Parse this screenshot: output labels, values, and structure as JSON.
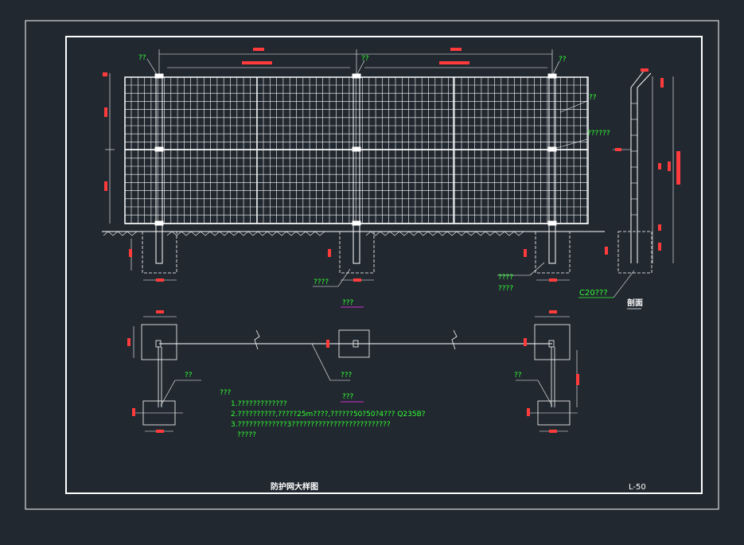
{
  "colors": {
    "background": "#212830",
    "line": "#ffffff",
    "annotation": "#33ff33",
    "dimension": "#ff3b3b",
    "accent": "#cc33cc"
  },
  "labels": {
    "post_top_left": "??",
    "post_top_mid": "??",
    "post_top_right": "??",
    "mesh_label": "??",
    "mesh_frame_label": "??????",
    "footing_left": "????",
    "footing_right_1": "????",
    "footing_right_2": "????",
    "concrete": "C20???",
    "plan_title": "???",
    "center_label": "???",
    "plan_post_left": "??",
    "plan_post_right": "??",
    "notes_heading": "???",
    "notes_title": "???",
    "section_label": "剖面",
    "drawing_title": "防护网大样图",
    "drawing_number": "L-50"
  },
  "notes": [
    "1.?????????????",
    "2.??????????,?????25m????,??????50?50?4???  Q235B?",
    "3.?????????????3??????????????????????????",
    "?????"
  ]
}
